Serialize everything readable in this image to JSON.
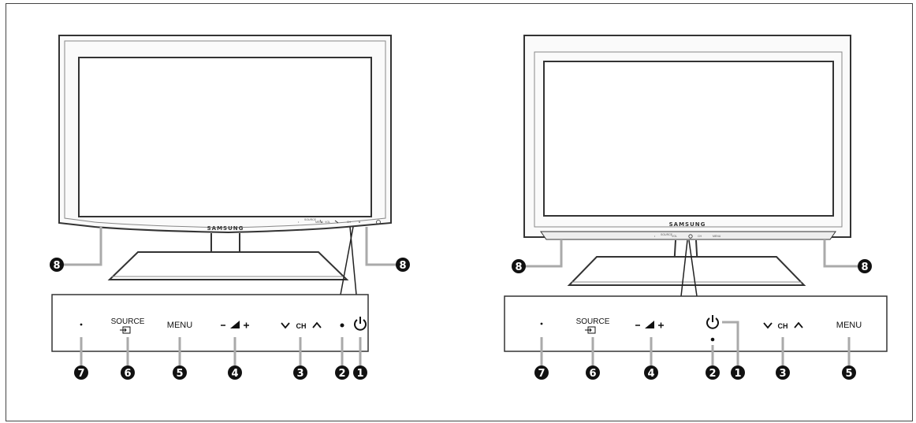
{
  "brand": "SAMSUNG",
  "left_panel": {
    "source_label": "SOURCE",
    "menu_label": "MENU",
    "ch_label": "CH",
    "callouts": [
      "7",
      "6",
      "5",
      "4",
      "3",
      "2",
      "1"
    ],
    "stand_callout": "8"
  },
  "right_panel": {
    "source_label": "SOURCE",
    "menu_label": "MENU",
    "ch_label": "CH",
    "callouts": [
      "7",
      "6",
      "4",
      "2",
      "1",
      "3",
      "5"
    ],
    "stand_callout": "8"
  },
  "tv_strip": {
    "source": "SOURCE",
    "menu": "MENU",
    "vol": "VOL",
    "ch": "CH"
  },
  "colors": {
    "line": "#222222",
    "callout": "#111111",
    "panel": "#ffffff",
    "frame": "#555555"
  }
}
